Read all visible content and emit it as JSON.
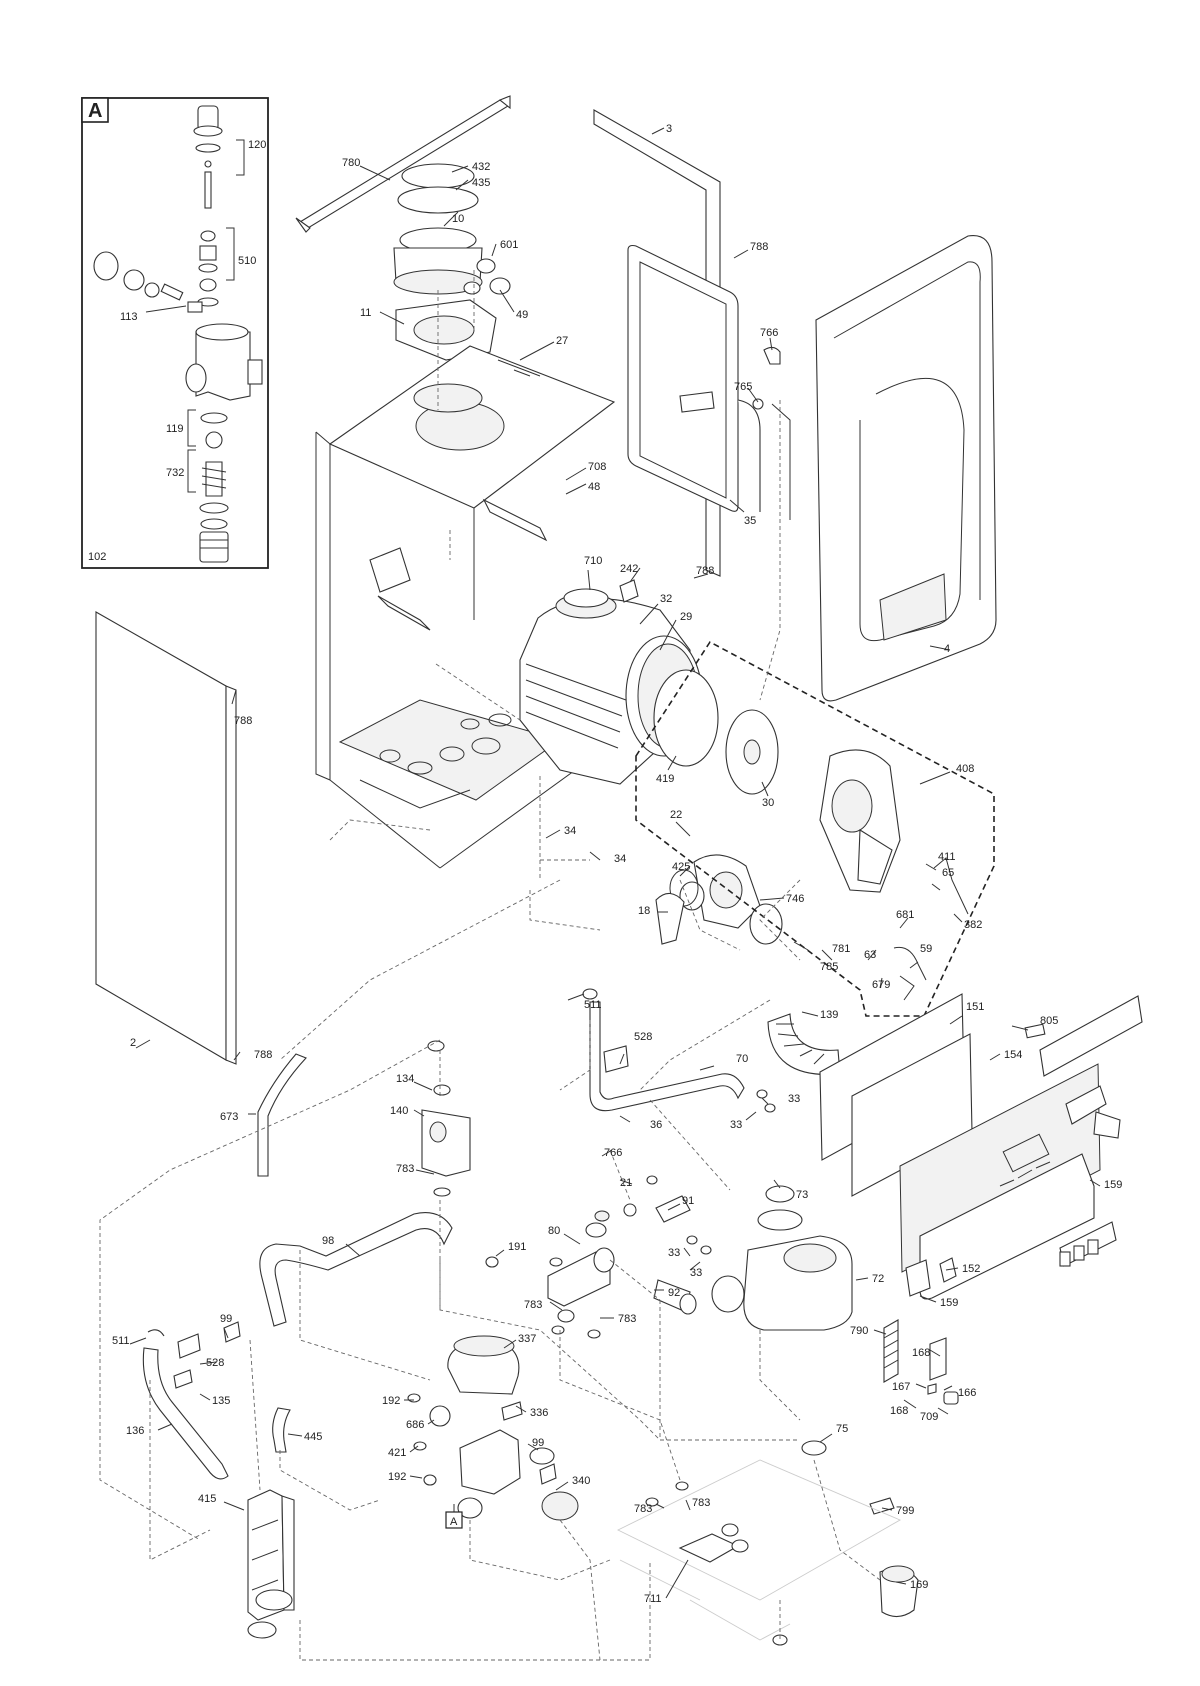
{
  "inset": {
    "tag": "A",
    "ref": "102"
  },
  "detail_marker": "A",
  "labels": {
    "l780": "780",
    "l432": "432",
    "l435": "435",
    "l10": "10",
    "l601": "601",
    "l49": "49",
    "l11": "11",
    "l27": "27",
    "l3": "3",
    "l788a": "788",
    "l766a": "766",
    "l765": "765",
    "l708": "708",
    "l48": "48",
    "l35": "35",
    "l788b": "788",
    "l4": "4",
    "l710": "710",
    "l242": "242",
    "l32": "32",
    "l29": "29",
    "l788c": "788",
    "l419": "419",
    "l30": "30",
    "l408": "408",
    "l34a": "34",
    "l34b": "34",
    "l22": "22",
    "l425": "425",
    "l18": "18",
    "l746": "746",
    "l411": "411",
    "l65": "65",
    "l382": "382",
    "l681": "681",
    "l781": "781",
    "l785": "785",
    "l63": "63",
    "l59": "59",
    "l679": "679",
    "l511a": "511",
    "l139": "139",
    "l151": "151",
    "l805": "805",
    "l2": "2",
    "l788d": "788",
    "l528a": "528",
    "l154": "154",
    "l70": "70",
    "l134": "134",
    "l673": "673",
    "l140": "140",
    "l36": "36",
    "l33a": "33",
    "l33b": "33",
    "l766b": "766",
    "l783a": "783",
    "l21": "21",
    "l73": "73",
    "l91": "91",
    "l159a": "159",
    "l98": "98",
    "l191": "191",
    "l80": "80",
    "l33c": "33",
    "l33d": "33",
    "l72": "72",
    "l152": "152",
    "l92": "92",
    "l783b": "783",
    "l783c": "783",
    "l159b": "159",
    "l511b": "511",
    "l99a": "99",
    "l790": "790",
    "l528b": "528",
    "l337": "337",
    "l168a": "168",
    "l167": "167",
    "l166": "166",
    "l135": "135",
    "l192a": "192",
    "l336": "336",
    "l686": "686",
    "l168b": "168",
    "l709": "709",
    "l136": "136",
    "l445": "445",
    "l421": "421",
    "l99b": "99",
    "l75": "75",
    "l192b": "192",
    "l340": "340",
    "l783d": "783",
    "l783e": "783",
    "l799": "799",
    "l415": "415",
    "l169": "169",
    "l711": "711",
    "i120": "120",
    "i510": "510",
    "i113": "113",
    "i119": "119",
    "i732": "732"
  }
}
